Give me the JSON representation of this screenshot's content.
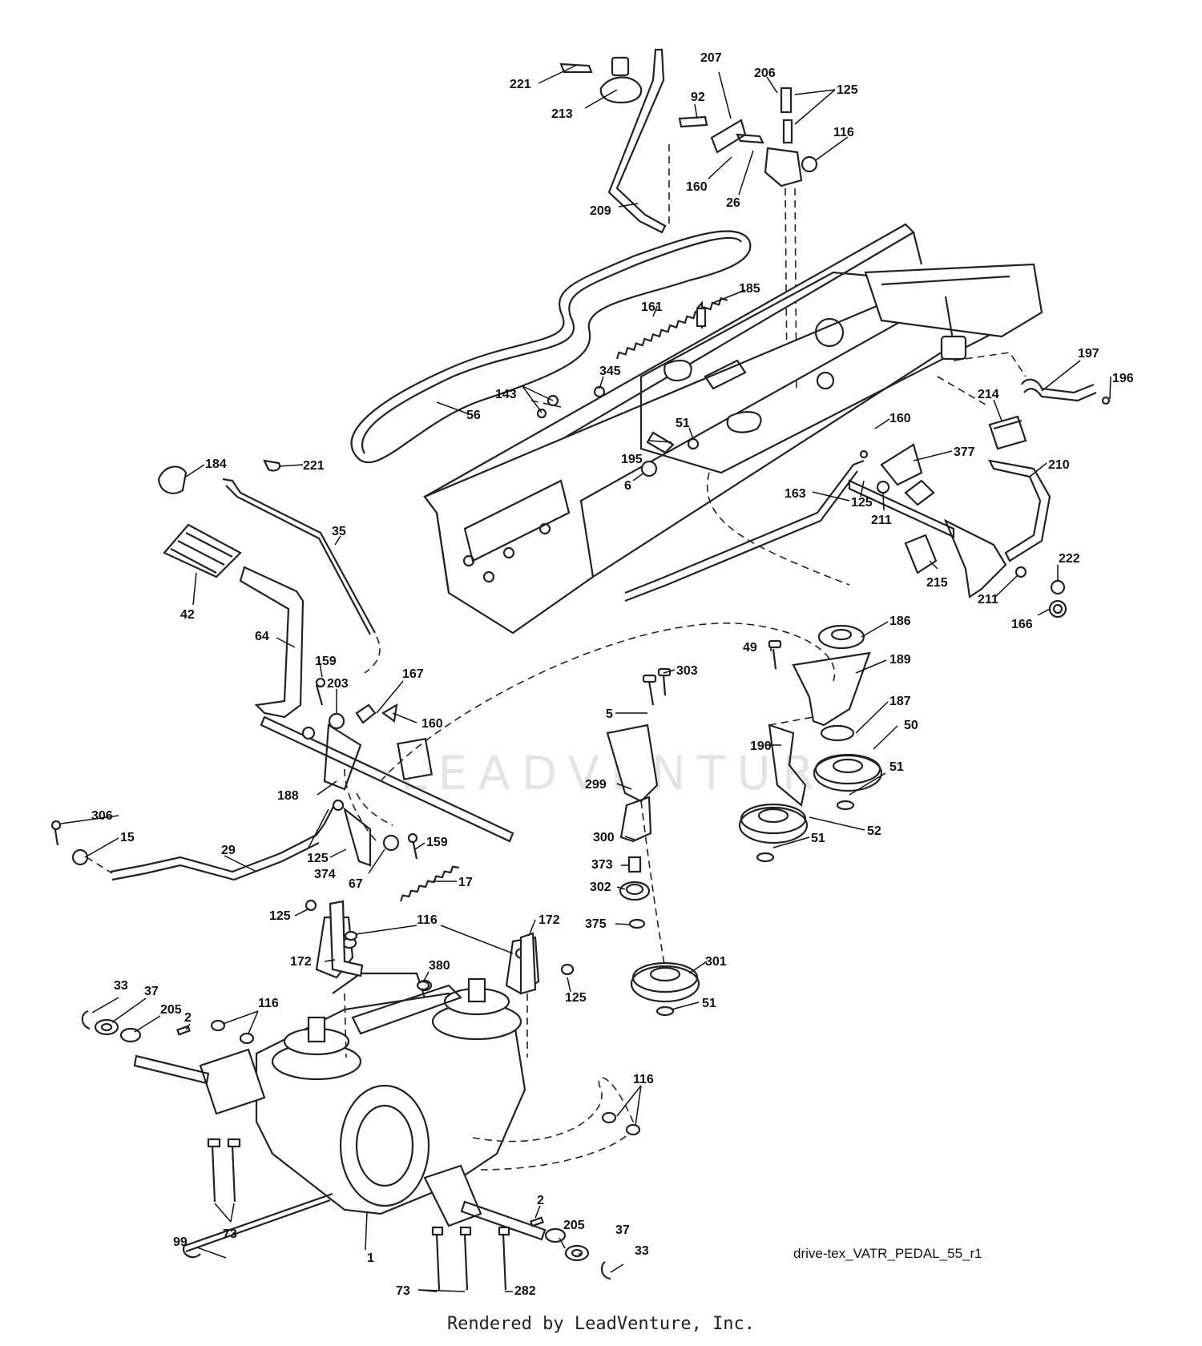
{
  "diagram": {
    "drawing_code": "drive-tex_VATR_PEDAL_55_r1",
    "footer_credit": "Rendered by LeadVenture, Inc.",
    "watermark": "LEADVENTURE",
    "callouts": [
      {
        "id": "c221a",
        "text": "221"
      },
      {
        "id": "c213",
        "text": "213"
      },
      {
        "id": "c207",
        "text": "207"
      },
      {
        "id": "c92",
        "text": "92"
      },
      {
        "id": "c206",
        "text": "206"
      },
      {
        "id": "c125a",
        "text": "125"
      },
      {
        "id": "c116a",
        "text": "116"
      },
      {
        "id": "c160a",
        "text": "160"
      },
      {
        "id": "c26",
        "text": "26"
      },
      {
        "id": "c209",
        "text": "209"
      },
      {
        "id": "c185",
        "text": "185"
      },
      {
        "id": "c161",
        "text": "161"
      },
      {
        "id": "c345",
        "text": "345"
      },
      {
        "id": "c143",
        "text": "143"
      },
      {
        "id": "c56",
        "text": "56"
      },
      {
        "id": "c51a",
        "text": "51"
      },
      {
        "id": "c195",
        "text": "195"
      },
      {
        "id": "c6",
        "text": "6"
      },
      {
        "id": "c184",
        "text": "184"
      },
      {
        "id": "c221b",
        "text": "221"
      },
      {
        "id": "c35",
        "text": "35"
      },
      {
        "id": "c42",
        "text": "42"
      },
      {
        "id": "c64",
        "text": "64"
      },
      {
        "id": "c197",
        "text": "197"
      },
      {
        "id": "c196",
        "text": "196"
      },
      {
        "id": "c214",
        "text": "214"
      },
      {
        "id": "c160b",
        "text": "160"
      },
      {
        "id": "c377",
        "text": "377"
      },
      {
        "id": "c210",
        "text": "210"
      },
      {
        "id": "c163",
        "text": "163"
      },
      {
        "id": "c125b",
        "text": "125"
      },
      {
        "id": "c211a",
        "text": "211"
      },
      {
        "id": "c215",
        "text": "215"
      },
      {
        "id": "c222",
        "text": "222"
      },
      {
        "id": "c211b",
        "text": "211"
      },
      {
        "id": "c166",
        "text": "166"
      },
      {
        "id": "c186",
        "text": "186"
      },
      {
        "id": "c49",
        "text": "49"
      },
      {
        "id": "c189",
        "text": "189"
      },
      {
        "id": "c159a",
        "text": "159"
      },
      {
        "id": "c203",
        "text": "203"
      },
      {
        "id": "c167",
        "text": "167"
      },
      {
        "id": "c160c",
        "text": "160"
      },
      {
        "id": "c5",
        "text": "5"
      },
      {
        "id": "c303",
        "text": "303"
      },
      {
        "id": "c187",
        "text": "187"
      },
      {
        "id": "c50",
        "text": "50"
      },
      {
        "id": "c190",
        "text": "190"
      },
      {
        "id": "c51b",
        "text": "51"
      },
      {
        "id": "c188",
        "text": "188"
      },
      {
        "id": "c299",
        "text": "299"
      },
      {
        "id": "c52",
        "text": "52"
      },
      {
        "id": "c51c",
        "text": "51"
      },
      {
        "id": "c306",
        "text": "306"
      },
      {
        "id": "c15",
        "text": "15"
      },
      {
        "id": "c29",
        "text": "29"
      },
      {
        "id": "c125c",
        "text": "125"
      },
      {
        "id": "c374",
        "text": "374"
      },
      {
        "id": "c67",
        "text": "67"
      },
      {
        "id": "c159b",
        "text": "159"
      },
      {
        "id": "c17",
        "text": "17"
      },
      {
        "id": "c300",
        "text": "300"
      },
      {
        "id": "c373",
        "text": "373"
      },
      {
        "id": "c302",
        "text": "302"
      },
      {
        "id": "c375",
        "text": "375"
      },
      {
        "id": "c125d",
        "text": "125"
      },
      {
        "id": "c116b",
        "text": "116"
      },
      {
        "id": "c172a",
        "text": "172"
      },
      {
        "id": "c172b",
        "text": "172"
      },
      {
        "id": "c380",
        "text": "380"
      },
      {
        "id": "c125e",
        "text": "125"
      },
      {
        "id": "c301",
        "text": "301"
      },
      {
        "id": "c51d",
        "text": "51"
      },
      {
        "id": "c33a",
        "text": "33"
      },
      {
        "id": "c37a",
        "text": "37"
      },
      {
        "id": "c205a",
        "text": "205"
      },
      {
        "id": "c2a",
        "text": "2"
      },
      {
        "id": "c116c",
        "text": "116"
      },
      {
        "id": "c116d",
        "text": "116"
      },
      {
        "id": "c73a",
        "text": "73"
      },
      {
        "id": "c2b",
        "text": "2"
      },
      {
        "id": "c205b",
        "text": "205"
      },
      {
        "id": "c37b",
        "text": "37"
      },
      {
        "id": "c33b",
        "text": "33"
      },
      {
        "id": "c99",
        "text": "99"
      },
      {
        "id": "c1",
        "text": "1"
      },
      {
        "id": "c73b",
        "text": "73"
      },
      {
        "id": "c282",
        "text": "282"
      }
    ]
  }
}
